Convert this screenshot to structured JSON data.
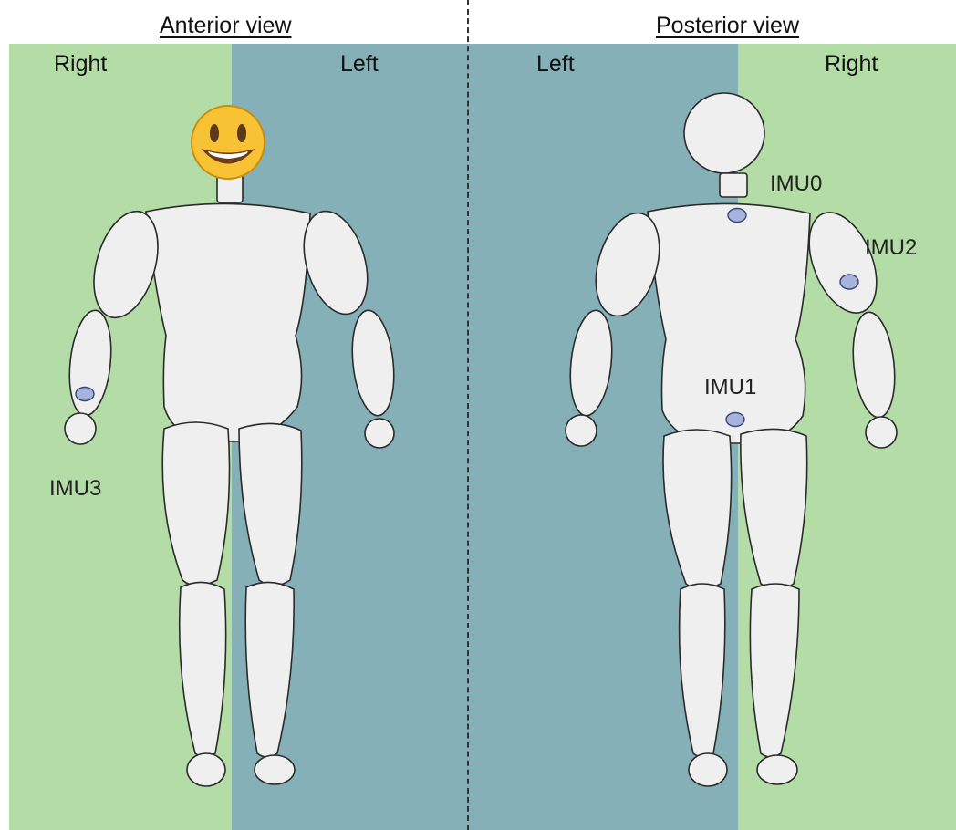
{
  "views": {
    "anterior": {
      "title": "Anterior view",
      "side_right": "Right",
      "side_left": "Left",
      "face_icon": "smiling-face-emoji",
      "sensors": [
        "IMU3"
      ]
    },
    "posterior": {
      "title": "Posterior view",
      "side_left": "Left",
      "side_right": "Right",
      "sensors": [
        "IMU0",
        "IMU2",
        "IMU1"
      ]
    }
  },
  "colors": {
    "right_side": "#b3dca6",
    "left_side": "#86b0b7",
    "body_fill": "#efefef",
    "body_outline": "#2a2a2a",
    "sensor_fill": "#a6b3dc",
    "divider": "#333333"
  }
}
